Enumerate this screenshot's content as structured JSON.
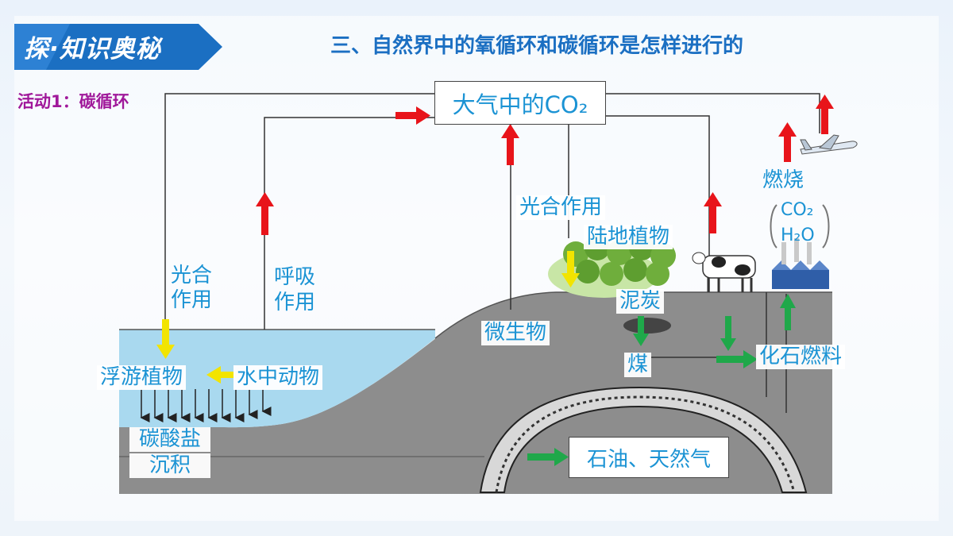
{
  "header": {
    "badge_text": "探·知识奥秘",
    "title": "三、自然界中的氧循环和碳循环是怎样进行的",
    "activity": "活动1：碳循环"
  },
  "diagram": {
    "atmosphere_box": "大气中的CO₂",
    "labels": {
      "photosynthesis_ocean_1": "光合",
      "photosynthesis_ocean_2": "作用",
      "respiration_1": "呼吸",
      "respiration_2": "作用",
      "plankton": "浮游植物",
      "aquatic_animals": "水中动物",
      "carbonate_1": "碳酸盐",
      "carbonate_2": "沉积",
      "photosynthesis_land": "光合作用",
      "land_plants": "陆地植物",
      "microbes": "微生物",
      "peat": "泥炭",
      "coal": "煤",
      "fossil_fuel": "化石燃料",
      "oil_gas": "石油、天然气",
      "combustion": "燃烧",
      "co2_small": "CO₂",
      "h2o_small": "H₂O"
    },
    "colors": {
      "red_arrow": "#e8141a",
      "yellow_arrow": "#f2e400",
      "green_arrow": "#1fa84a",
      "water": "#a9d9ef",
      "ground": "#8b8b8b",
      "label_blue": "#1b93d4"
    }
  }
}
